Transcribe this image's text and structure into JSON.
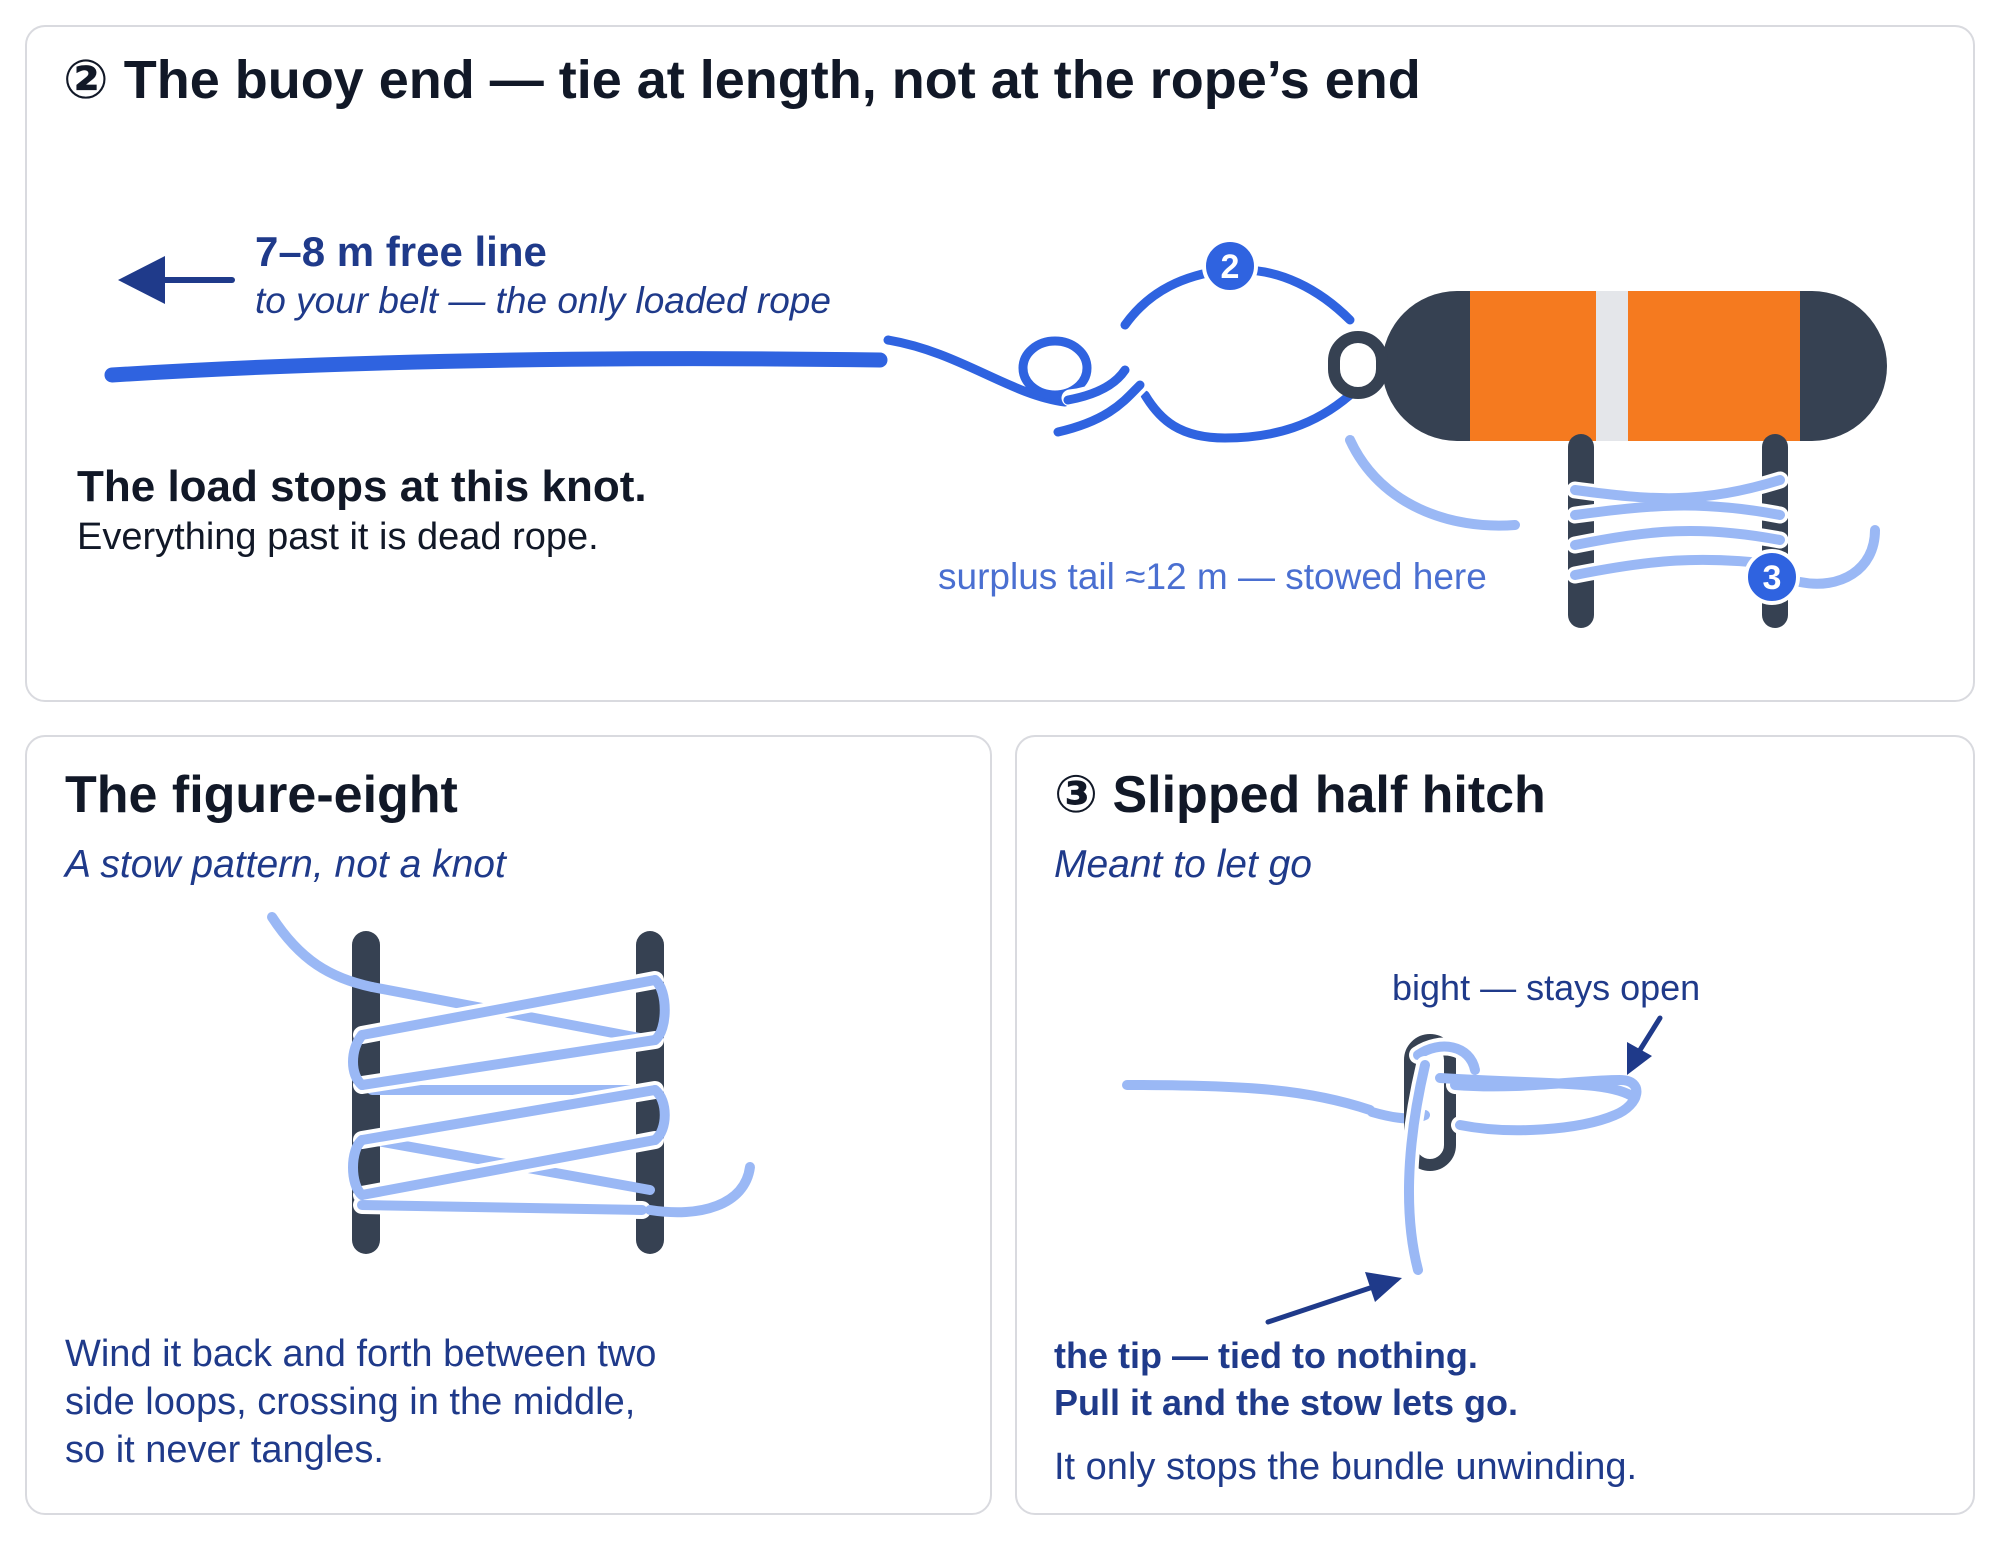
{
  "top_panel": {
    "title": "② The buoy end — tie at length, not at the rope’s end",
    "free_line_label": "7–8 m free line",
    "free_line_sub": "to your belt — the only loaded rope",
    "load_stop_heading": "The load stops at this knot.",
    "load_stop_body": "Everything past it is dead rope.",
    "surplus_label": "surplus tail ≈12 m — stowed here",
    "badge_knot": "2",
    "badge_hitch": "3"
  },
  "left_panel": {
    "title": "The figure-eight",
    "subtitle": "A stow pattern, not a knot",
    "body_lines": [
      "Wind it back and forth between two",
      "side loops, crossing in the middle,",
      "so it never tangles."
    ]
  },
  "right_panel": {
    "title": "③ Slipped half hitch",
    "subtitle": "Meant to let go",
    "bight_label": "bight — stays open",
    "tip_lines": [
      "the tip — tied to nothing.",
      "Pull it and the stow lets go."
    ],
    "body": "It only stops the bundle unwinding."
  },
  "colors": {
    "loaded_rope": "#2f63e0",
    "dead_rope": "#9ab8f5",
    "buoy_body": "#f57a1f",
    "buoy_cap": "#364152",
    "post": "#364152",
    "arrow": "#1f3a8a",
    "text_dark": "#111827",
    "text_blue": "#1f3a8a",
    "text_light_blue": "#4a6fd1"
  }
}
